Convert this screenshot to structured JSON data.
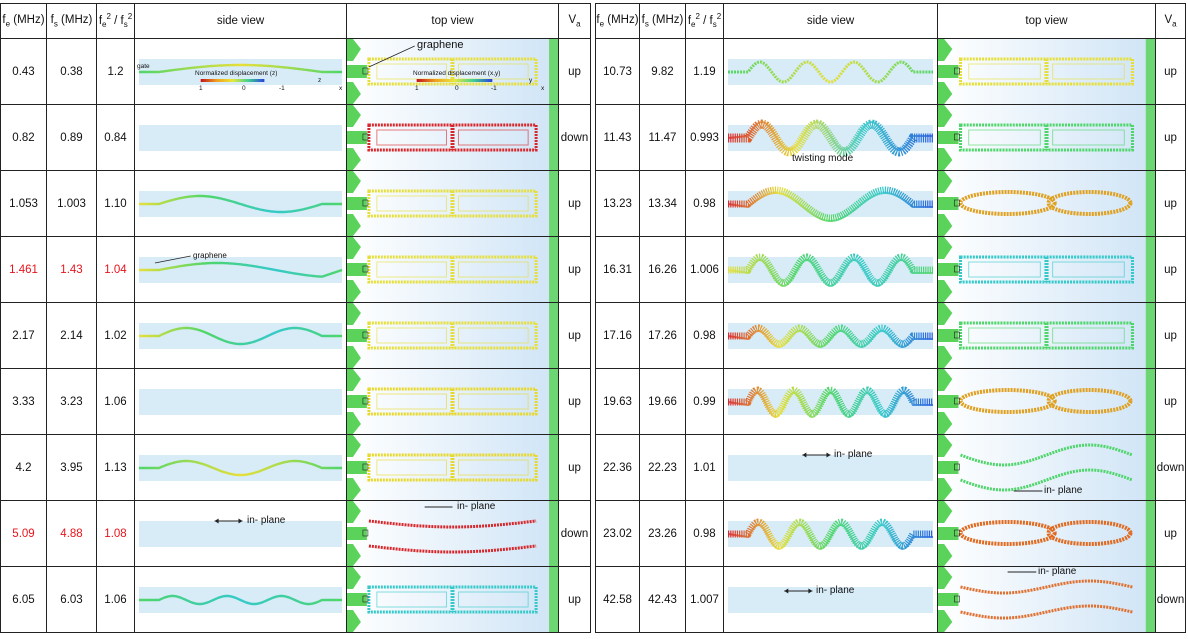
{
  "headers": {
    "fe": "f",
    "fe_sub": "e",
    "fe_unit": " (MHz)",
    "fs": "f",
    "fs_sub": "s",
    "fs_unit": " (MHz)",
    "ratio_a": "f",
    "ratio_a_sub": "e",
    "ratio_sup": "2",
    "ratio_slash": " / f",
    "ratio_b_sub": "s",
    "side": "side view",
    "top": "top view",
    "va": "V",
    "va_sub": "a"
  },
  "annotations": {
    "graphene": "graphene",
    "gate": "gate",
    "in_plane": "in- plane",
    "twisting": "twisting mode",
    "cbar_z": "Normalized displacement (z)",
    "cbar_xy": "Normalized displacement (x,y)",
    "cbar_1": "1",
    "cbar_0": "0",
    "cbar_m1": "-1",
    "ax_z": "z",
    "ax_x": "x",
    "ax_y": "y"
  },
  "left_rows": [
    {
      "fe": "0.43",
      "fs": "0.38",
      "ratio": "1.2",
      "va": "up",
      "highlight": false
    },
    {
      "fe": "0.82",
      "fs": "0.89",
      "ratio": "0.84",
      "va": "down",
      "highlight": false
    },
    {
      "fe": "1.053",
      "fs": "1.003",
      "ratio": "1.10",
      "va": "up",
      "highlight": false
    },
    {
      "fe": "1.461",
      "fs": "1.43",
      "ratio": "1.04",
      "va": "up",
      "highlight": true
    },
    {
      "fe": "2.17",
      "fs": "2.14",
      "ratio": "1.02",
      "va": "up",
      "highlight": false
    },
    {
      "fe": "3.33",
      "fs": "3.23",
      "ratio": "1.06",
      "va": "up",
      "highlight": false
    },
    {
      "fe": "4.2",
      "fs": "3.95",
      "ratio": "1.13",
      "va": "up",
      "highlight": false
    },
    {
      "fe": "5.09",
      "fs": "4.88",
      "ratio": "1.08",
      "va": "down",
      "highlight": true
    },
    {
      "fe": "6.05",
      "fs": "6.03",
      "ratio": "1.06",
      "va": "up",
      "highlight": false
    }
  ],
  "right_rows": [
    {
      "fe": "10.73",
      "fs": "9.82",
      "ratio": "1.19",
      "va": "up"
    },
    {
      "fe": "11.43",
      "fs": "11.47",
      "ratio": "0.993",
      "va": "up"
    },
    {
      "fe": "13.23",
      "fs": "13.34",
      "ratio": "0.98",
      "va": "up"
    },
    {
      "fe": "16.31",
      "fs": "16.26",
      "ratio": "1.006",
      "va": "up"
    },
    {
      "fe": "17.16",
      "fs": "17.26",
      "ratio": "0.98",
      "va": "up"
    },
    {
      "fe": "19.63",
      "fs": "19.66",
      "ratio": "0.99",
      "va": "up"
    },
    {
      "fe": "22.36",
      "fs": "22.23",
      "ratio": "1.01",
      "va": "down"
    },
    {
      "fe": "23.02",
      "fs": "23.26",
      "ratio": "0.98",
      "va": "up"
    },
    {
      "fe": "42.58",
      "fs": "42.43",
      "ratio": "1.007",
      "va": "down"
    }
  ],
  "colors": {
    "highlight": "#e8141b",
    "beam_green": "#4fd66a",
    "beam_cyan": "#35c9c9",
    "beam_yellow": "#e6df3a",
    "beam_red": "#d8262a",
    "beam_blue": "#2a5fe0",
    "band": "#d8ecf8",
    "pad": "#5bd35b"
  }
}
